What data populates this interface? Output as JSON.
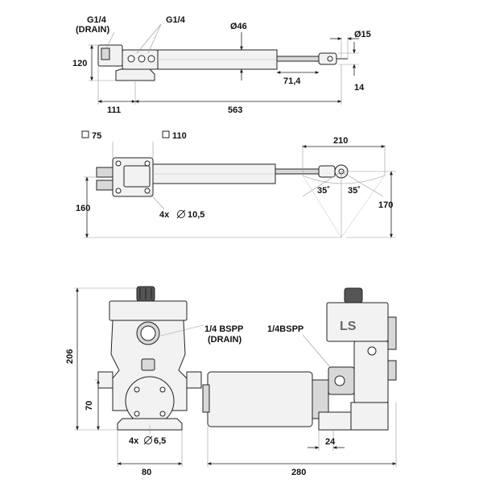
{
  "colors": {
    "ink": "#111111",
    "metal_light": "#f2f2f2",
    "metal_mid": "#d8d8d8",
    "metal_dark": "#555555"
  },
  "top_view": {
    "port_drain_label": "G1/4",
    "port_drain_sub": "(DRAIN)",
    "port_label": "G1/4",
    "cylinder_dia": "Ø46",
    "rod_end_dia": "Ø15",
    "height_120": "120",
    "dim_71_4": "71,4",
    "dim_14": "14",
    "dim_111": "111",
    "dim_563": "563"
  },
  "plan_view": {
    "bracket_75": "75",
    "bracket_110": "110",
    "dim_210": "210",
    "angle_left": "35˚",
    "angle_right": "35˚",
    "dim_160": "160",
    "dim_170": "170",
    "holes": "4x",
    "hole_dia": "10,5"
  },
  "pump_view": {
    "height_206": "206",
    "height_70": "70",
    "drain_label": "1/4 BSPP",
    "drain_sub": "(DRAIN)",
    "port_label": "1/4BSPP",
    "holes": "4x",
    "hole_dia": "6,5",
    "dim_24": "24",
    "width_80": "80",
    "length_280": "280",
    "brand": "LS"
  }
}
